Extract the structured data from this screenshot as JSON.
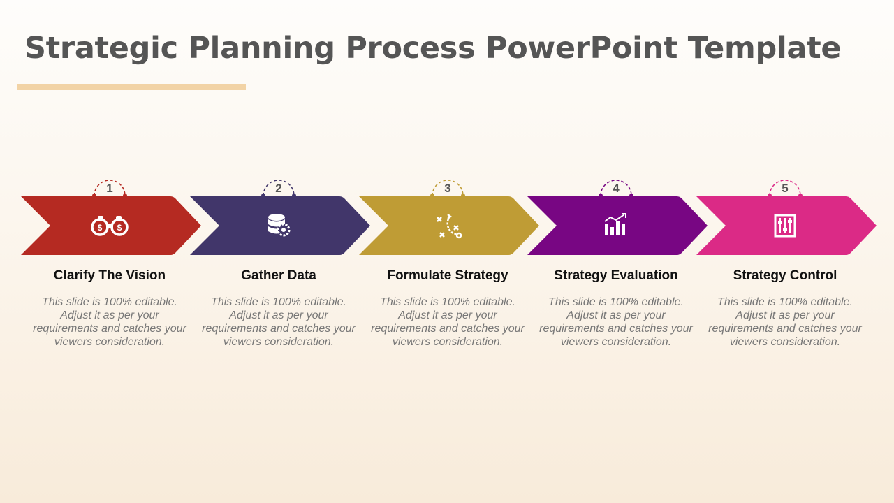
{
  "slide": {
    "title": "Strategic Planning Process PowerPoint Template"
  },
  "steps": [
    {
      "number": "1",
      "label": "Clarify The Vision",
      "color": "#b52a22",
      "icon": "binoculars-icon",
      "desc": "This slide is 100% editable. Adjust it as per your requirements and catches your viewers consideration."
    },
    {
      "number": "2",
      "label": "Gather Data",
      "color": "#41366a",
      "icon": "database-gear-icon",
      "desc": "This slide is 100% editable. Adjust it as per your requirements and catches your viewers consideration."
    },
    {
      "number": "3",
      "label": "Formulate Strategy",
      "color": "#bf9c35",
      "icon": "strategy-play-icon",
      "desc": "This slide is 100% editable. Adjust it as per your requirements and catches your viewers consideration."
    },
    {
      "number": "4",
      "label": "Strategy Evaluation",
      "color": "#780683",
      "icon": "bar-chart-growth-icon",
      "desc": "This slide is 100% editable. Adjust it as per your requirements and catches your viewers consideration."
    },
    {
      "number": "5",
      "label": "Strategy Control",
      "color": "#db2a86",
      "icon": "control-sliders-icon",
      "desc": "This slide is 100% editable. Adjust it as per your requirements and catches your viewers consideration."
    }
  ],
  "colors": {
    "title": "#555555",
    "accent_bar": "#f2d3a6"
  }
}
